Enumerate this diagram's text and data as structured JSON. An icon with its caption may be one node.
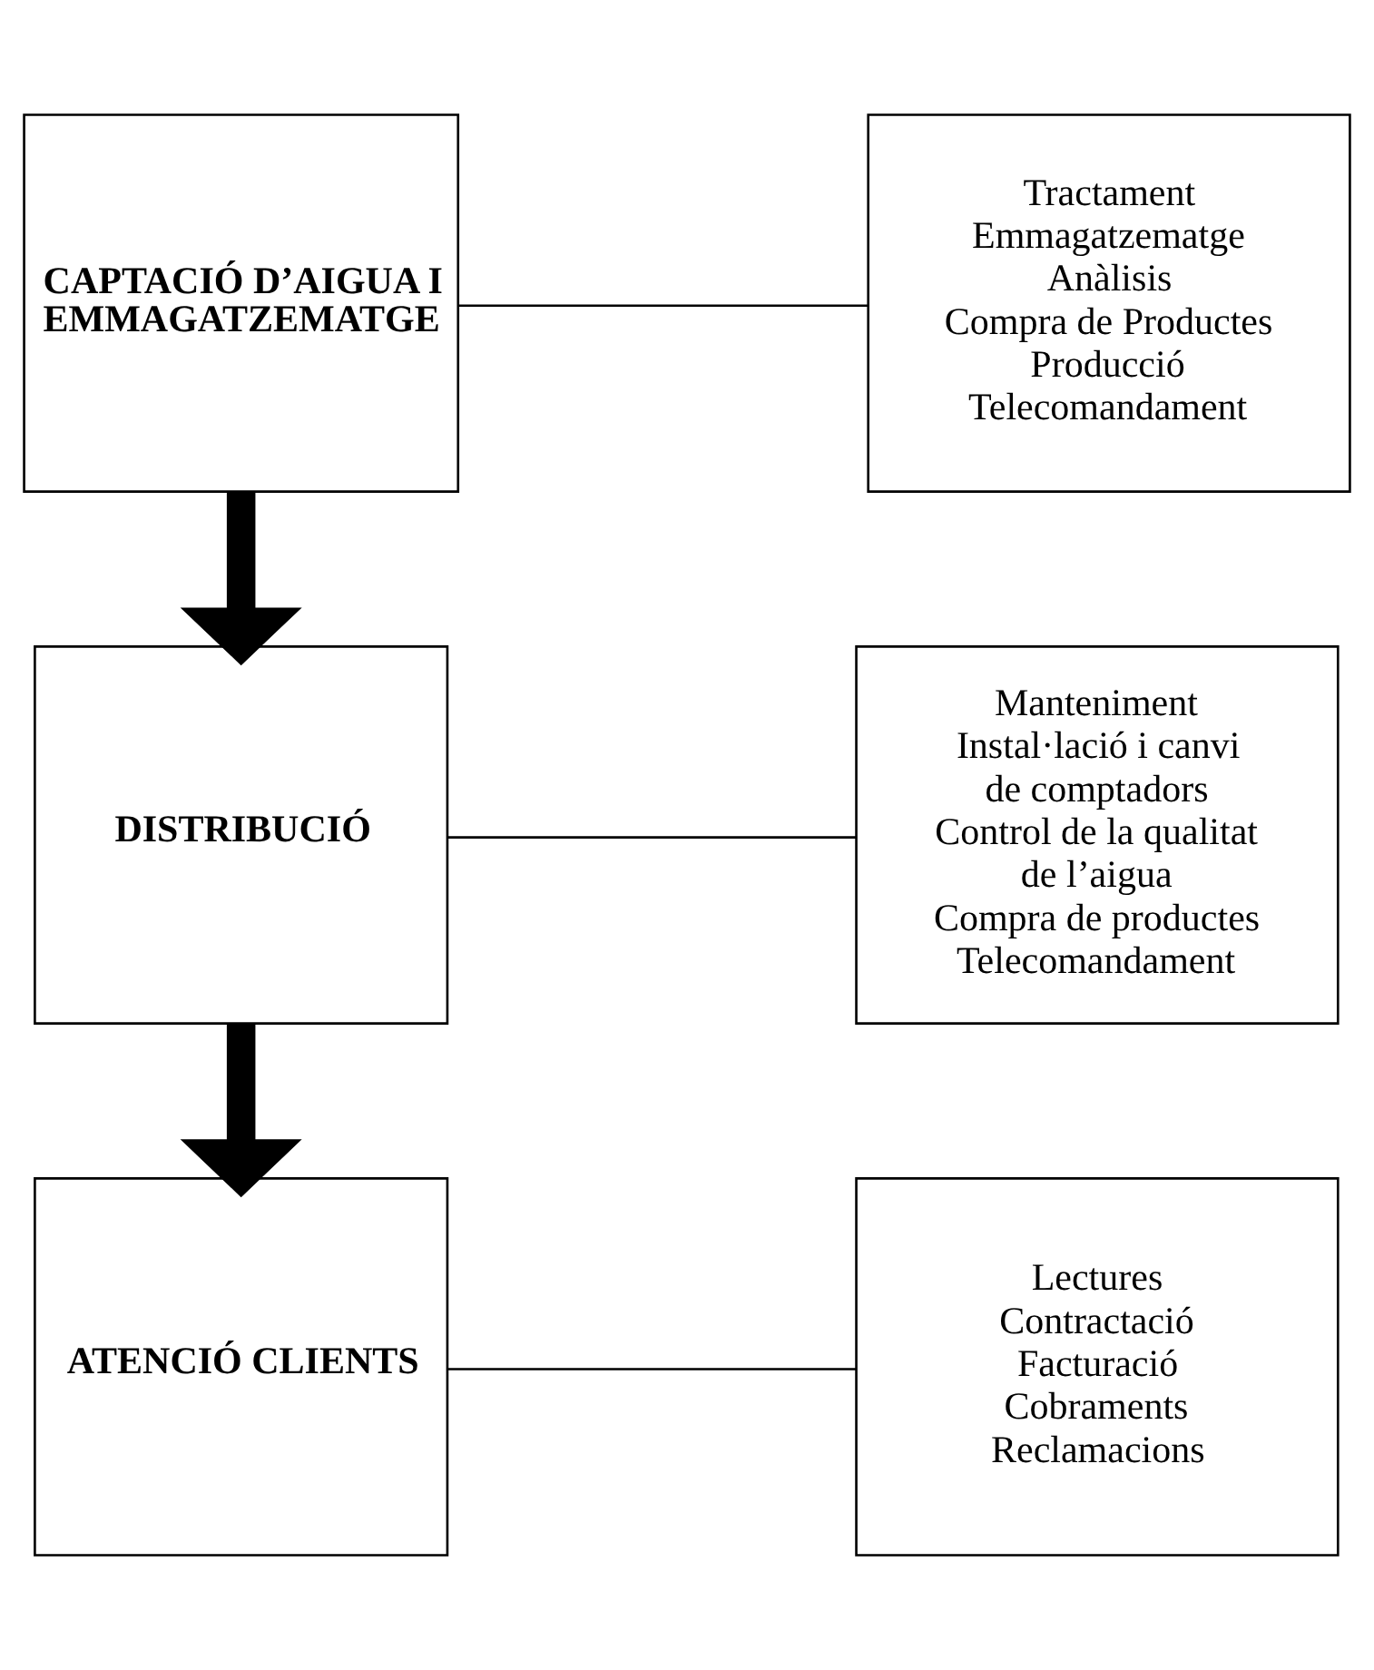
{
  "diagram": {
    "nodes": [
      {
        "text": [
          "CAPTACIÓ D’AIGUA I EMMAGATZEMATGE"
        ]
      },
      {
        "text": [
          "Tractament",
          "Emmagatzematge",
          "Anàlisis",
          "Compra de Productes",
          "Producció",
          "Telecomandament"
        ]
      },
      {
        "text": [
          "DISTRIBUCIÓ"
        ]
      },
      {
        "text": [
          "Manteniment",
          "Instal·lació i canvi de comptadors",
          "Control de la qualitat de l’aigua",
          "Compra de productes",
          "Telecomandament"
        ]
      },
      {
        "text": [
          "ATENCIÓ CLIENTS"
        ]
      },
      {
        "text": [
          "Lectures",
          "Contractació",
          "Facturació",
          "Cobraments",
          "Reclamacions"
        ]
      }
    ],
    "edges": [
      {
        "from": 0,
        "to": 1,
        "arrow": "none"
      },
      {
        "from": 0,
        "to": 2,
        "arrow": "to",
        "style": "thick"
      },
      {
        "from": 2,
        "to": 3,
        "arrow": "none"
      },
      {
        "from": 2,
        "to": 4,
        "arrow": "to",
        "style": "thick"
      },
      {
        "from": 4,
        "to": 5,
        "arrow": "none"
      }
    ]
  }
}
